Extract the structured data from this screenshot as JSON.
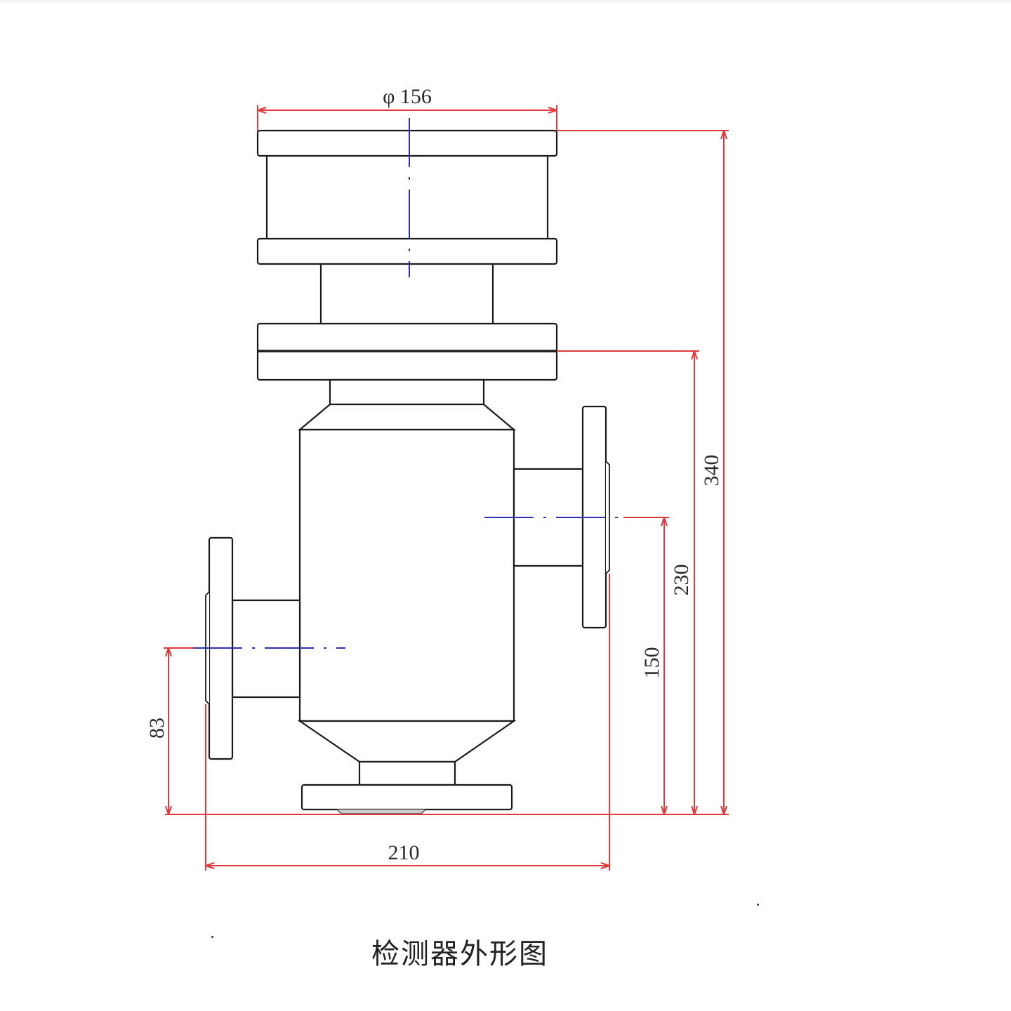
{
  "diagram": {
    "title": "检测器外形图",
    "units": "mm",
    "colors": {
      "outline": "#1a1a1a",
      "dimension": "#e0383c",
      "centerline": "#2b2fb0"
    },
    "dimensions": {
      "top_diameter": "φ 156",
      "overall_height": "340",
      "flange_height": "230",
      "outlet_height": "150",
      "inlet_height": "83",
      "flange_span": "210"
    }
  }
}
